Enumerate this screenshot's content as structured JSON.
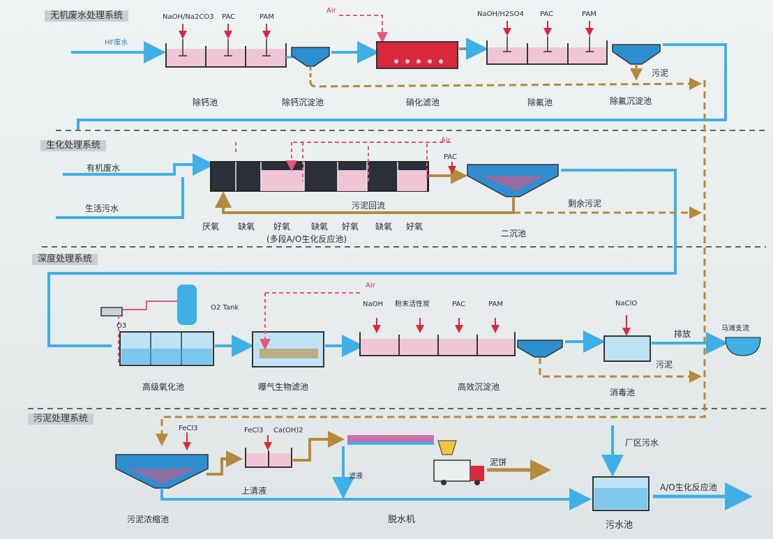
{
  "sections": {
    "s1": "无机废水处理系统",
    "s2": "生化处理系统",
    "s3": "深度处理系统",
    "s4": "污泥处理系统"
  },
  "sec1": {
    "inlet": "HF废水",
    "chem_naoh_na2co3": "NaOH/Na2CO3",
    "chem_pac": "PAC",
    "chem_pam": "PAM",
    "air": "Air",
    "chem_naoh_h2so4": "NaOH/H2SO4",
    "chem_pac2": "PAC",
    "chem_pam2": "PAM",
    "sludge": "污泥",
    "unit_calcium_tank": "除钙池",
    "unit_calcium_settler": "除钙沉淀池",
    "unit_nitrification": "硝化滤池",
    "unit_fluoride_tank": "除氟池",
    "unit_fluoride_settler": "除氟沉淀池"
  },
  "sec2": {
    "inlet_organic": "有机废水",
    "inlet_domestic": "生活污水",
    "air": "Air",
    "pac": "PAC",
    "return_sludge": "污泥回流",
    "excess_sludge": "剩余污泥",
    "stages": [
      "厌氧",
      "缺氧",
      "好氧",
      "缺氧",
      "好氧",
      "缺氧",
      "好氧"
    ],
    "ao_label": "(多段A/O生化反应池)",
    "secondary_clarifier": "二沉池"
  },
  "sec3": {
    "o3": "O3",
    "o2_tank": "O2 Tank",
    "air": "Air",
    "naoh": "NaOH",
    "pac_carbon": "粉末活性炭",
    "pac": "PAC",
    "pam": "PAM",
    "naclo": "NaClO",
    "discharge": "排放",
    "river": "马滩支流",
    "sludge": "污泥",
    "unit_ozone": "高级氧化池",
    "unit_baf": "曝气生物滤池",
    "unit_hds": "高效沉淀池",
    "unit_disinfect": "消毒池"
  },
  "sec4": {
    "fecl3": "FeCl3",
    "fecl3_2": "FeCl3",
    "caoh2": "Ca(OH)2",
    "plant_sewage": "厂区污水",
    "filtrate": "滤液",
    "cake": "泥饼",
    "supernatant": "上清液",
    "to_ao": "A/O生化反应池",
    "unit_thickener": "污泥浓缩池",
    "unit_dewater": "脱水机",
    "unit_sewage_pool": "污水池"
  },
  "colors": {
    "water": "#3fb0e6",
    "sludge": "#b58a3c",
    "air": "#e8547a",
    "chem": "#d8283e",
    "tank_pink": "#f0c6d6",
    "tank_blue": "#2d8fd0"
  }
}
